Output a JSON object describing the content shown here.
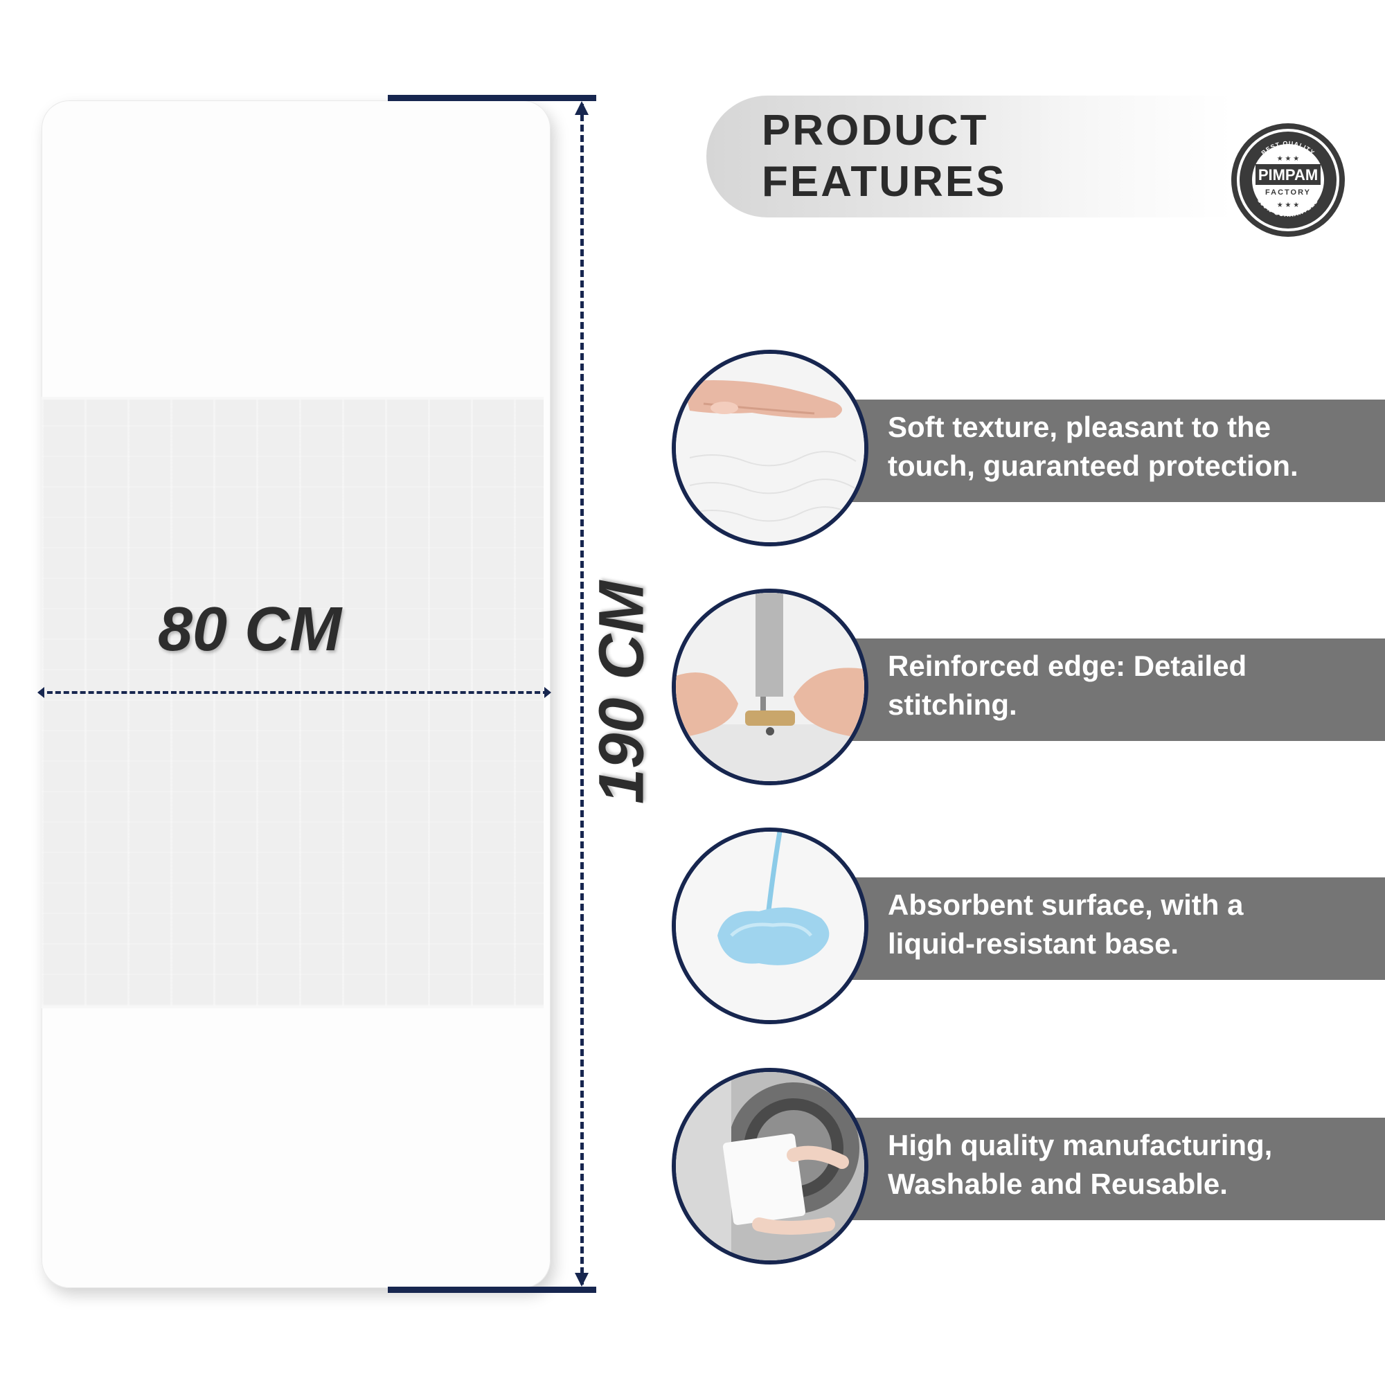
{
  "product": {
    "width_label": "80 CM",
    "height_label": "190 CM"
  },
  "header": {
    "title_line1": "PRODUCT",
    "title_line2": "FEATURES"
  },
  "badge": {
    "top_text": "BEST QUALITY",
    "brand": "PIMPAM",
    "sub": "FACTORY",
    "bottom_text": "100% GUARANTEED"
  },
  "features": [
    {
      "icon": "hand-touch-icon",
      "line1": "Soft texture, pleasant to the",
      "line2": "touch, guaranteed protection."
    },
    {
      "icon": "sewing-machine-icon",
      "line1": "Reinforced edge: Detailed",
      "line2": "stitching."
    },
    {
      "icon": "water-drop-icon",
      "line1": "Absorbent surface, with a",
      "line2": "liquid-resistant base."
    },
    {
      "icon": "washing-machine-icon",
      "line1": "High quality manufacturing,",
      "line2": "Washable and Reusable."
    }
  ],
  "colors": {
    "navy": "#17264f",
    "bar_gray": "#757575",
    "label_dark": "#2d2d2d"
  }
}
